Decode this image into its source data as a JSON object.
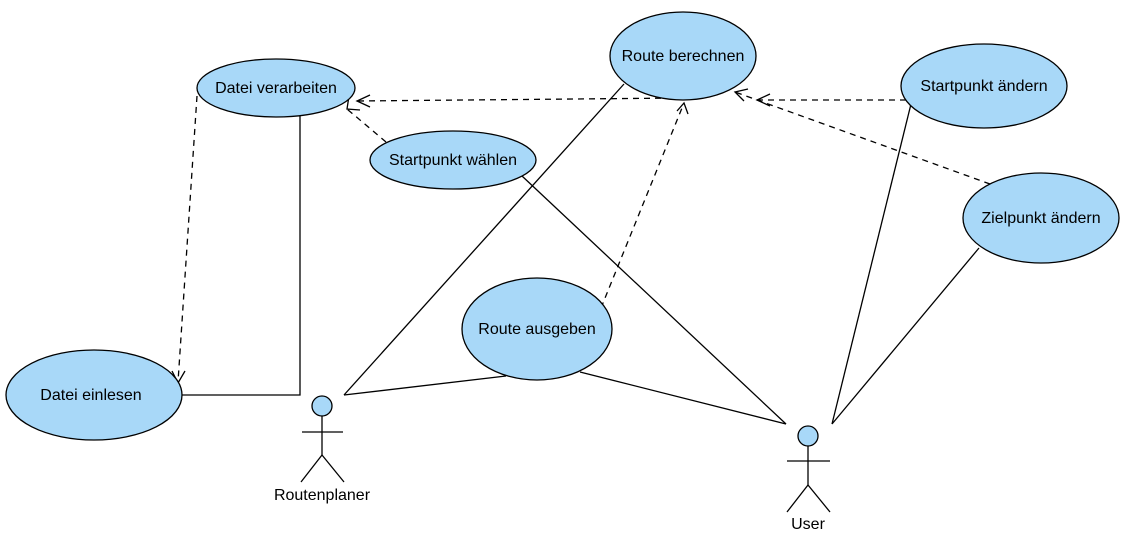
{
  "colors": {
    "use_case_fill": "#a8d8f8",
    "actor_head_fill": "#a8d8f8",
    "line": "#000000",
    "background": "#ffffff"
  },
  "use_cases": {
    "route_berechnen": "Route berechnen",
    "datei_verarbeiten": "Datei verarbeiten",
    "startpunkt_waehlen": "Startpunkt wählen",
    "startpunkt_aendern": "Startpunkt ändern",
    "zielpunkt_aendern": "Zielpunkt ändern",
    "route_ausgeben": "Route ausgeben",
    "datei_einlesen": "Datei einlesen"
  },
  "actors": {
    "routenplaner": "Routenplaner",
    "user": "User"
  }
}
